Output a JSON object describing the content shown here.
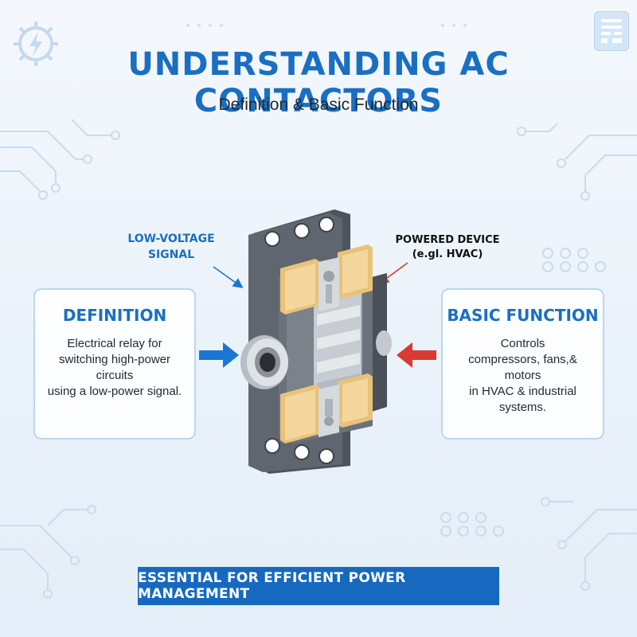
{
  "header": {
    "title": "UNDERSTANDING AC CONTACTORS",
    "subtitle": "Definition & Basic Function"
  },
  "labels": {
    "low_voltage": [
      "LOW-VOLTAGE",
      "SIGNAL"
    ],
    "powered_device": [
      "POWERED DEVICE",
      "(e.gl. HVAC)"
    ]
  },
  "definition": {
    "title": "DEFINITION",
    "lines": [
      "Electrical relay for",
      "switching high-power circuits",
      "using a low-power signal."
    ]
  },
  "function": {
    "title": "BASIC FUNCTION",
    "lines": [
      "Controls",
      "compressors, fans,& motors",
      "in HVAC & industrial",
      "systems."
    ]
  },
  "banner": {
    "text": "ESSENTIAL FOR EFFICIENT POWER MANAGEMENT"
  },
  "icons": {
    "top_left": "lightning-gear-icon",
    "top_right": "document-icon",
    "arrow_left_color": "#1a76d2",
    "arrow_right_color": "#d93a32"
  },
  "colors": {
    "accent": "#1a6fc2",
    "housing": "#5f6670",
    "terminal": "#e9c27a"
  }
}
